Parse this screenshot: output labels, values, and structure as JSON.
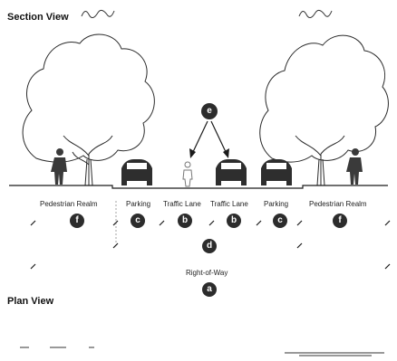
{
  "titles": {
    "section_view": "Section View",
    "plan_view": "Plan View"
  },
  "zones": [
    {
      "name": "Pedestrian Realm",
      "letter": "f"
    },
    {
      "name": "Parking",
      "letter": "c"
    },
    {
      "name": "Traffic Lane",
      "letter": "b"
    },
    {
      "name": "Traffic Lane",
      "letter": "b"
    },
    {
      "name": "Parking",
      "letter": "c"
    },
    {
      "name": "Pedestrian Realm",
      "letter": "f"
    }
  ],
  "roadway_letter": "d",
  "row_label": "Right-of-Way",
  "row_letter": "a",
  "trees_letter": "e",
  "colors": {
    "ink": "#1a1a1a",
    "badge": "#2c2c2c"
  }
}
